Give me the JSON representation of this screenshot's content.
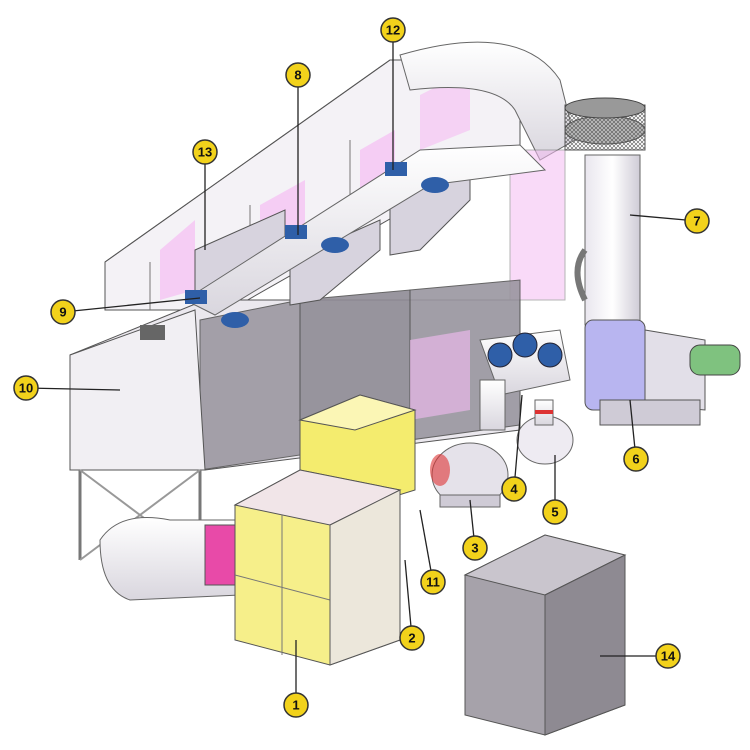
{
  "diagram": {
    "colors": {
      "callout_fill": "#f2d21b",
      "callout_stroke": "#333333",
      "panel": "#e7e3ea",
      "panel_dark": "#8e8a92",
      "accent_pink": "#f5bdf3",
      "yellow": "#f4ec6e",
      "blue_damper": "#2f5fa8",
      "green_motor": "#7fc27f",
      "gray_box": "#a6a2aa"
    },
    "callouts": [
      {
        "label": "1"
      },
      {
        "label": "2"
      },
      {
        "label": "3"
      },
      {
        "label": "4"
      },
      {
        "label": "5"
      },
      {
        "label": "6"
      },
      {
        "label": "7"
      },
      {
        "label": "8"
      },
      {
        "label": "9"
      },
      {
        "label": "10"
      },
      {
        "label": "11"
      },
      {
        "label": "12"
      },
      {
        "label": "13"
      },
      {
        "label": "14"
      }
    ]
  }
}
